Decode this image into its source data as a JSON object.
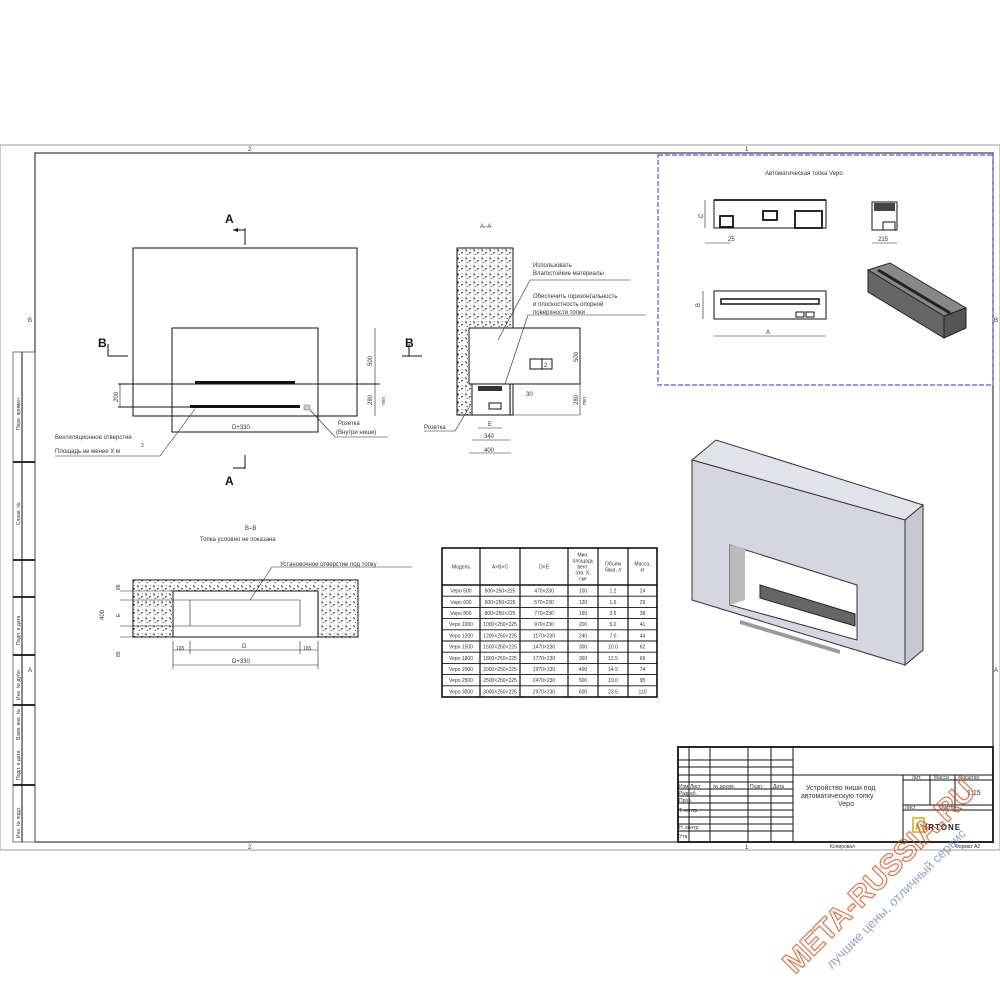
{
  "sheet": {
    "zone_top_left": "2",
    "zone_top_right": "1",
    "zone_bottom_left": "2",
    "zone_bottom_right": "1",
    "zone_left_b": "B",
    "zone_left_a": "A",
    "zone_right_b": "B",
    "zone_right_a": "A",
    "side_stamps": [
      "Перв. примен.",
      "Справ. №",
      "Подп. и дата",
      "Инв. № дубл.",
      "Взам. инв. №",
      "Подп. и дата",
      "Инв. № подл."
    ]
  },
  "front_view": {
    "cut_a": "A",
    "cut_b": "B",
    "dim_500": "500",
    "dim_280": "280",
    "dim_min": "min",
    "dim_200": "200",
    "dim_d330": "D+330",
    "vent_label_1": "Вентиляционное отверстие",
    "vent_label_2": "Площадь не менее X м",
    "vent_sup": "2",
    "socket_label_1": "Розетка",
    "socket_label_2": "(Внутри ниши)"
  },
  "section_aa": {
    "title": "A–A",
    "note_1a": "Использовать",
    "note_1b": "Влагостойкие материалы",
    "note_2a": "Обеспечить горизонтальность",
    "note_2b": "и плоскостность опорной",
    "note_2c": "поверхности топки",
    "flatness_value": "2",
    "dim_500": "500",
    "dim_280": "280",
    "dim_min": "min",
    "dim_30": "30",
    "dim_e": "E",
    "dim_340": "340",
    "dim_400": "400",
    "socket_label": "Розетка"
  },
  "section_bb": {
    "title": "B–B",
    "subtitle": "Топка условно не показана",
    "note": "Установочное отверстие под топку",
    "dim_85_top": "85",
    "dim_400": "400",
    "dim_e": "E",
    "dim_85_bottom": "85",
    "dim_165_left": "165",
    "dim_d": "D",
    "dim_165_right": "165",
    "dim_d330": "D+330"
  },
  "firebox_views": {
    "title": "Автоматическая топка Vepo",
    "dim_c": "C",
    "dim_25": "25",
    "dim_215": "215",
    "dim_b": "B",
    "dim_a": "A",
    "accent_color": "#5555ee"
  },
  "spec_table": {
    "headers": [
      "Модель",
      "A×B×C",
      "D×E",
      "Мин. площадь вент. отв. X, см²",
      "Объем бака, л",
      "Масса, кг"
    ],
    "rows": [
      [
        "Vepo 500",
        "500×250×225",
        "470×230",
        "100",
        "1.2",
        "24"
      ],
      [
        "Vepo 600",
        "600×250×225",
        "570×230",
        "120",
        "1.5",
        "29"
      ],
      [
        "Vepo 800",
        "800×250×225",
        "770×230",
        "160",
        "3.5",
        "38"
      ],
      [
        "Vepo 1000",
        "1000×250×225",
        "970×230",
        "200",
        "5.0",
        "41"
      ],
      [
        "Vepo 1200",
        "1200×250×225",
        "1170×230",
        "240",
        "7.0",
        "44"
      ],
      [
        "Vepo 1500",
        "1500×250×225",
        "1470×230",
        "300",
        "10.0",
        "62"
      ],
      [
        "Vepo 1800",
        "1800×250×225",
        "1770×230",
        "360",
        "12.5",
        "69"
      ],
      [
        "Vepo 2000",
        "2000×250×225",
        "1970×230",
        "400",
        "14.5",
        "74"
      ],
      [
        "Vepo 2500",
        "2500×250×225",
        "2470×230",
        "500",
        "19.0",
        "95"
      ],
      [
        "Vepo 3000",
        "3000×250×225",
        "2970×230",
        "600",
        "23.5",
        "110"
      ]
    ]
  },
  "title_block": {
    "col_headers": [
      "Изм.",
      "Лист",
      "№ докум.",
      "Подп.",
      "Дата"
    ],
    "row_labels": [
      "Разраб.",
      "Пров.",
      "Т. контр.",
      "",
      "Н. контр.",
      "Утв."
    ],
    "title_line_1": "Устройство ниши под",
    "title_line_2": "автоматическую топку",
    "title_line_3": "Vepo",
    "lit_label": "Лит.",
    "mass_label": "Масса",
    "scale_label": "Масштаб",
    "scale_value": "1:15",
    "sheet_label": "Лист",
    "sheets_label": "Листов",
    "logo_text": "IRTONE",
    "logo_letter": "A",
    "copied_label": "Копировал",
    "format_label": "Формат A2"
  },
  "watermark": {
    "text": "META-RUSSIA.RU",
    "slogan": "лучшие цены, отличный сервис",
    "color": "#d04a1a"
  }
}
